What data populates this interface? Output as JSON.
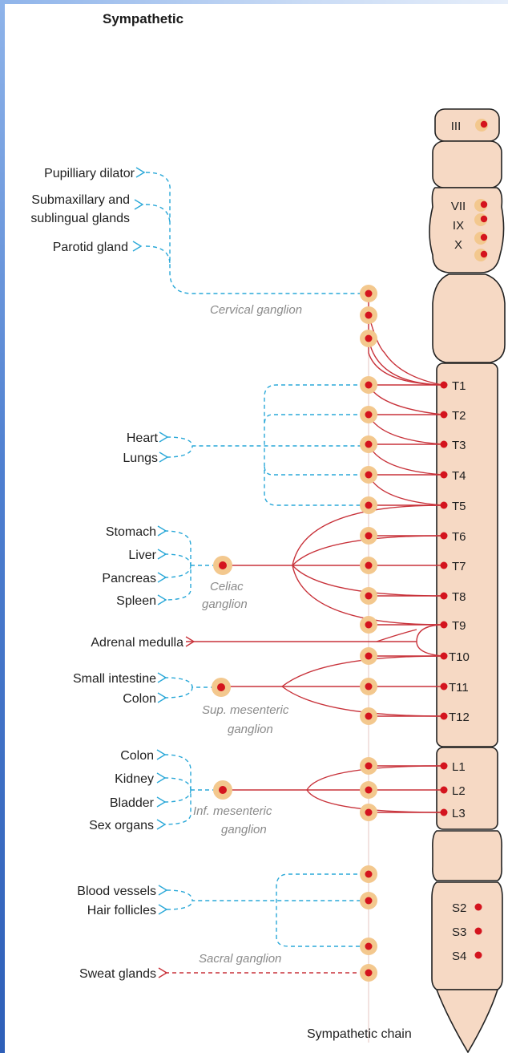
{
  "title": "Sympathetic",
  "cranial": [
    "III",
    "VII",
    "IX",
    "X"
  ],
  "thoracic": [
    "T1",
    "T2",
    "T3",
    "T4",
    "T5",
    "T6",
    "T7",
    "T8",
    "T9",
    "T10",
    "T11",
    "T12"
  ],
  "lumbar": [
    "L1",
    "L2",
    "L3"
  ],
  "sacral": [
    "S2",
    "S3",
    "S4"
  ],
  "targets": {
    "pupil": "Pupilliary dilator",
    "submax1": "Submaxillary and",
    "submax2": "sublingual glands",
    "parotid": "Parotid gland",
    "heart": "Heart",
    "lungs": "Lungs",
    "stomach": "Stomach",
    "liver": "Liver",
    "pancreas": "Pancreas",
    "spleen": "Spleen",
    "adrenal": "Adrenal medulla",
    "small_intestine": "Small intestine",
    "colon1": "Colon",
    "colon2": "Colon",
    "kidney": "Kidney",
    "bladder": "Bladder",
    "sex": "Sex organs",
    "blood": "Blood vessels",
    "hair": "Hair follicles",
    "sweat": "Sweat glands"
  },
  "ganglia": {
    "cervical": "Cervical ganglion",
    "celiac1": "Celiac",
    "celiac2": "ganglion",
    "supmes1": "Sup. mesenteric",
    "supmes2": "ganglion",
    "infmes1": "Inf. mesenteric",
    "infmes2": "ganglion",
    "sacral": "Sacral ganglion"
  },
  "chain_label": "Sympathetic chain",
  "colors": {
    "preganglionic": "#c8323a",
    "postganglionic": "#2aa8d8",
    "spine_fill": "#f6d9c4",
    "ganglion_fill": "#f3c88e",
    "nucleus": "#d4141e"
  }
}
